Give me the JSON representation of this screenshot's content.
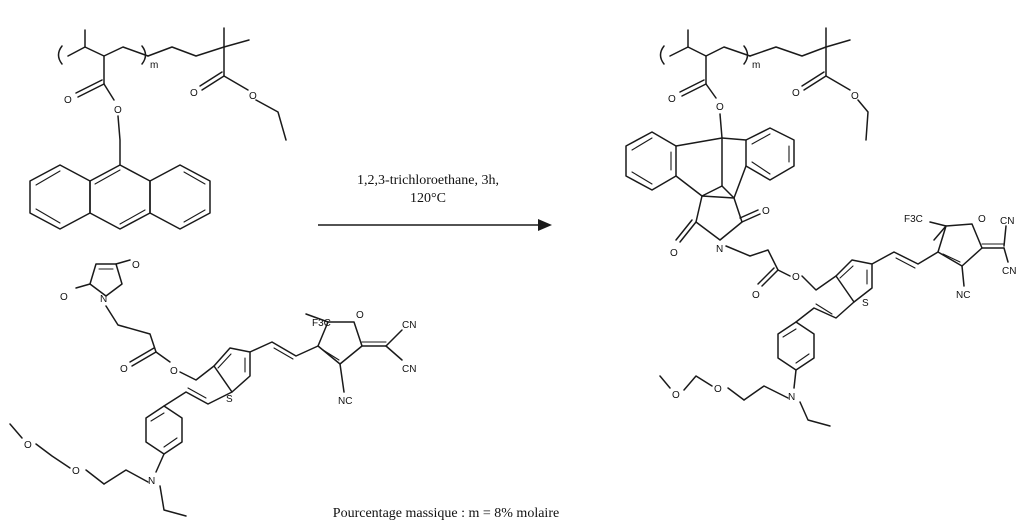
{
  "reaction": {
    "conditions_line1": "1,2,3-trichloroethane, 3h,",
    "conditions_line2": "120°C",
    "caption": "Pourcentage massique : m = 8% molaire"
  },
  "labels": {
    "m": "m",
    "O": "O",
    "N": "N",
    "S": "S",
    "CN": "CN",
    "NC": "NC",
    "F3C": "F3C"
  }
}
